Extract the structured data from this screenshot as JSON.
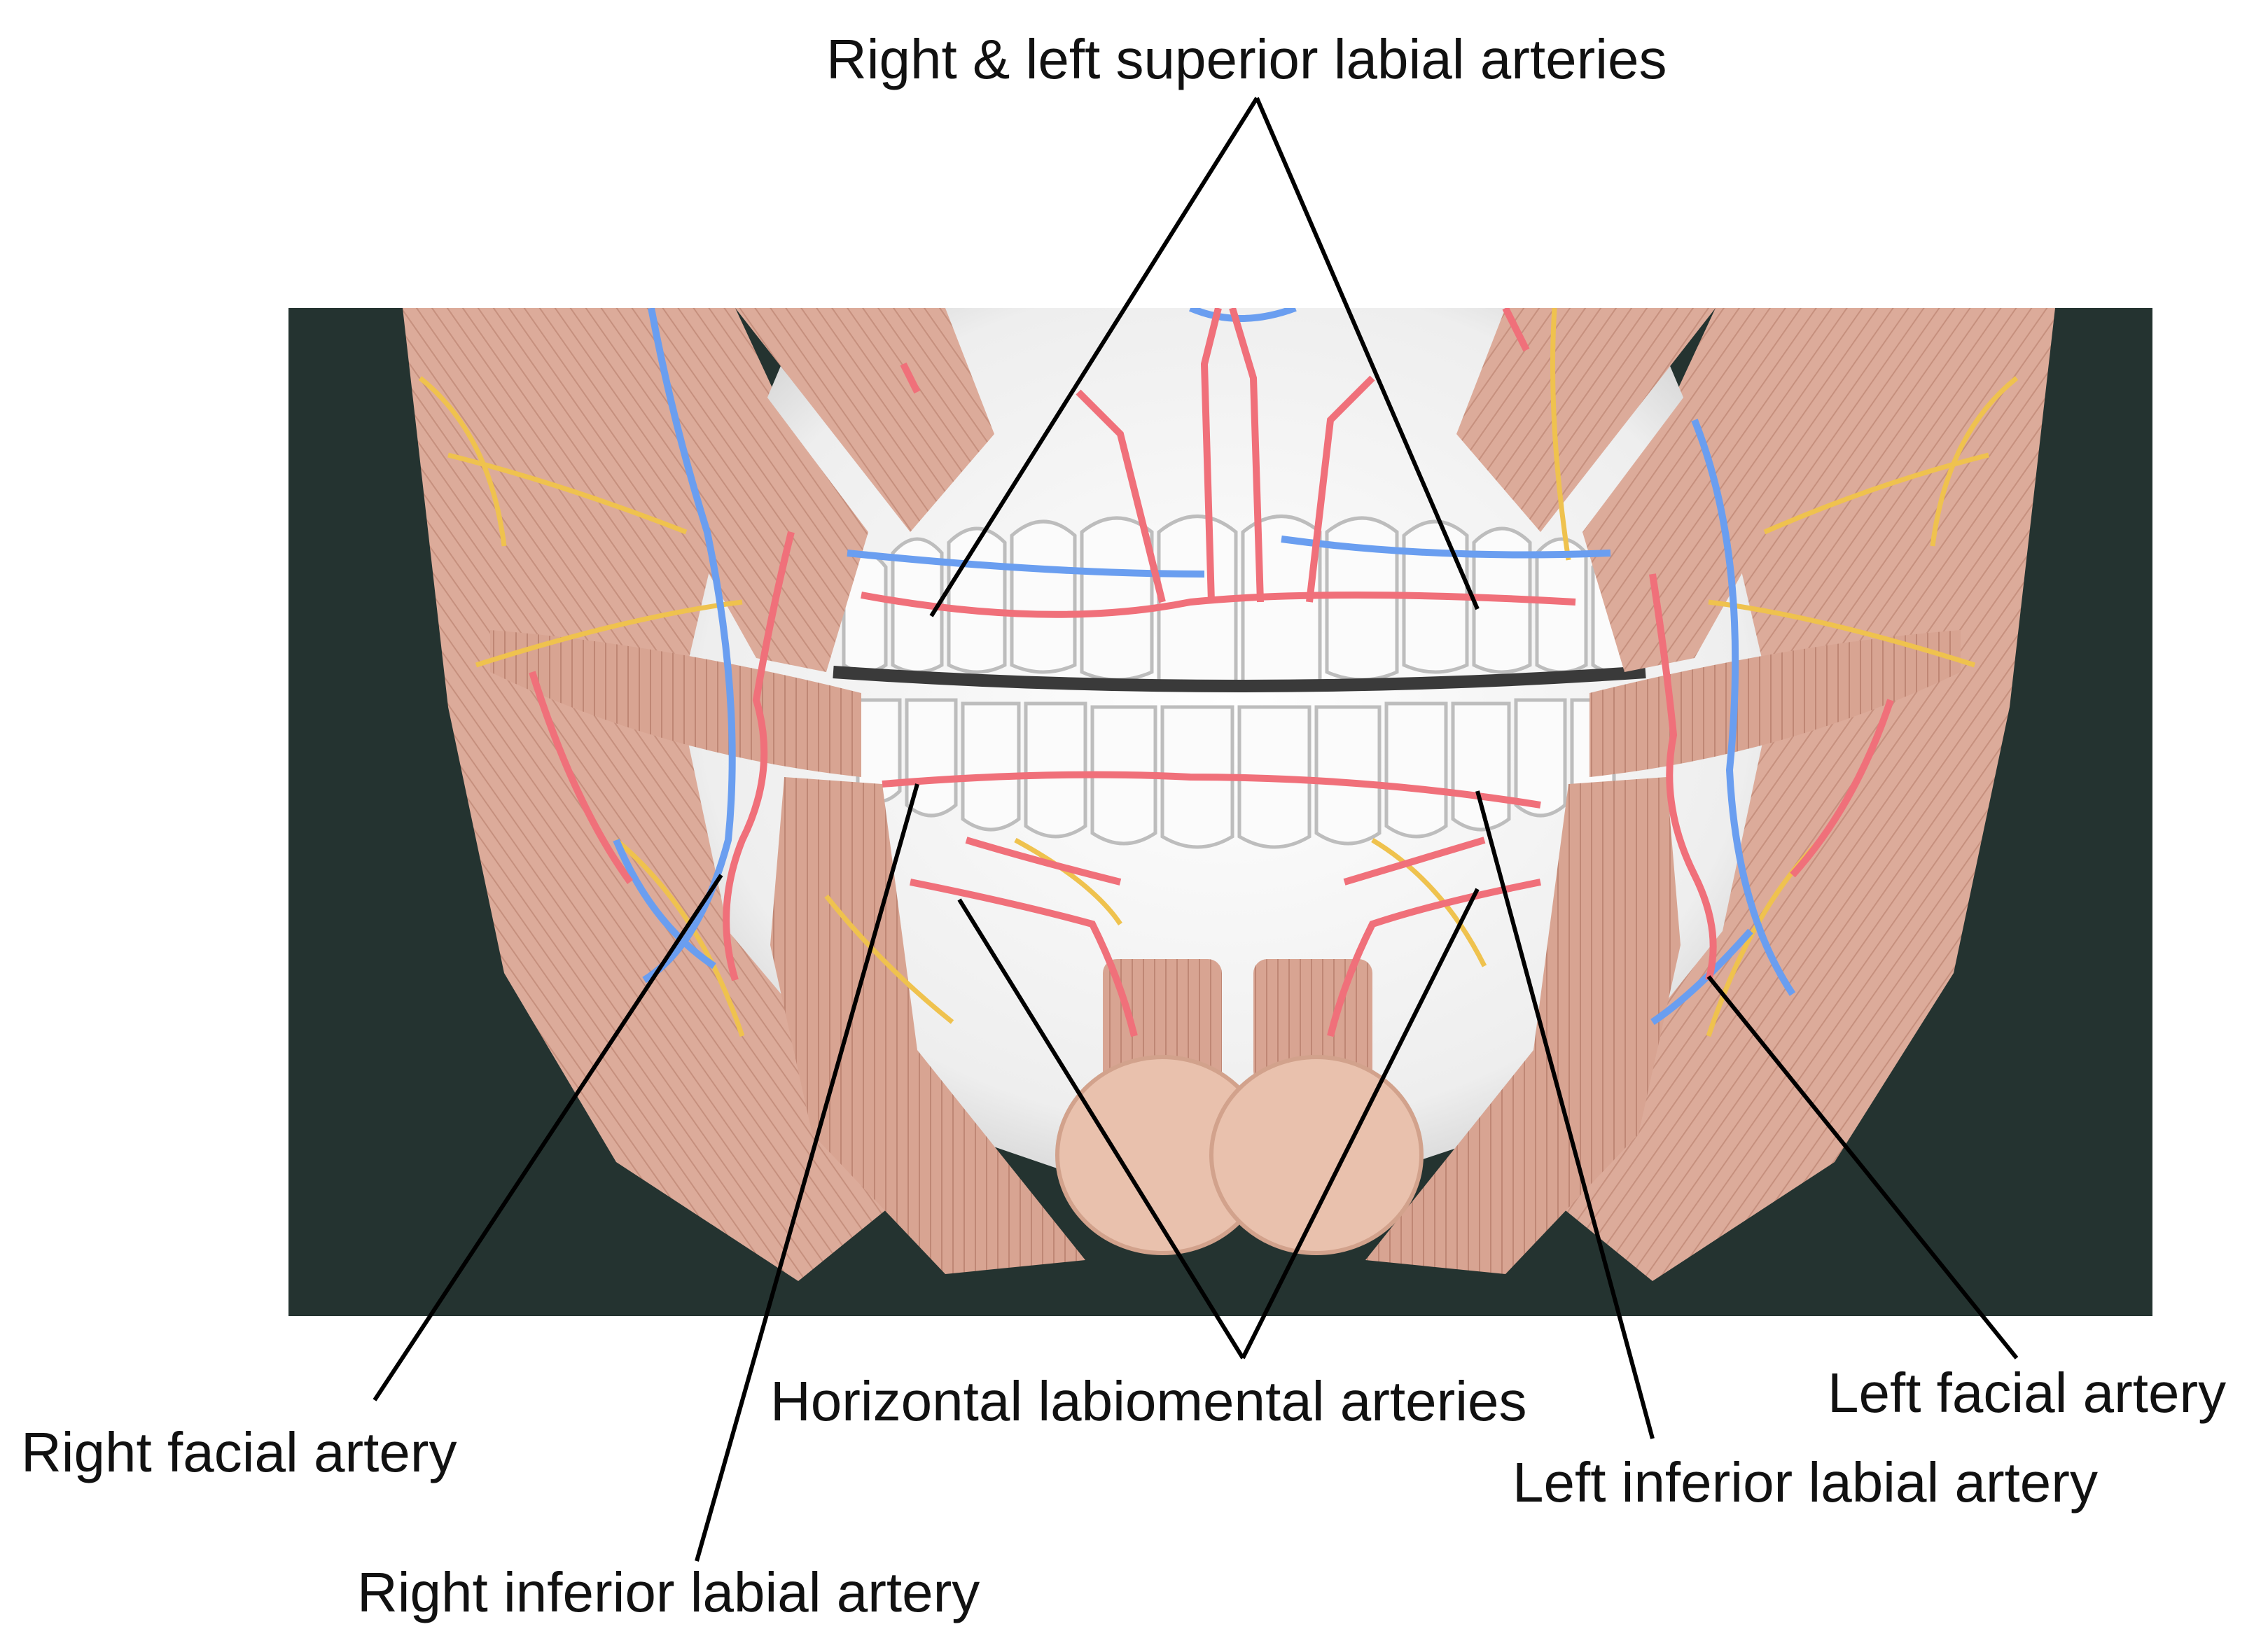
{
  "labels": {
    "superior_labial": "Right & left superior labial arteries",
    "horizontal_labiomental": "Horizontal labiomental arteries",
    "left_facial": "Left facial artery",
    "right_facial": "Right facial artery",
    "left_inferior_labial": "Left inferior labial artery",
    "right_inferior_labial": "Right inferior labial artery"
  },
  "colors": {
    "background_panel": "#243330",
    "muscle": "#dcab9a",
    "muscle_dark": "#c98f7c",
    "artery": "#f0707a",
    "vein": "#6a9ef0",
    "nerve": "#efc24e",
    "teeth": "#fbfbfb",
    "gland": "#e9c1ad"
  }
}
